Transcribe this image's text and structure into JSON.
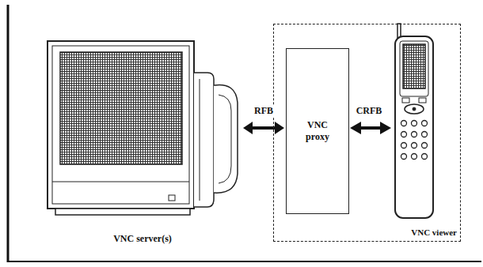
{
  "diagram": {
    "nodes": [
      {
        "text": [
          "VNC server(s)"
        ]
      },
      {
        "text": [
          "VNC viewer"
        ]
      },
      {
        "text": [
          "VNC proxy"
        ],
        "in": 1
      }
    ],
    "edges": [
      {
        "from": 0,
        "to": 2,
        "arrow": "both",
        "label": "RFB"
      }
    ],
    "labels": [
      "CRFB"
    ]
  }
}
